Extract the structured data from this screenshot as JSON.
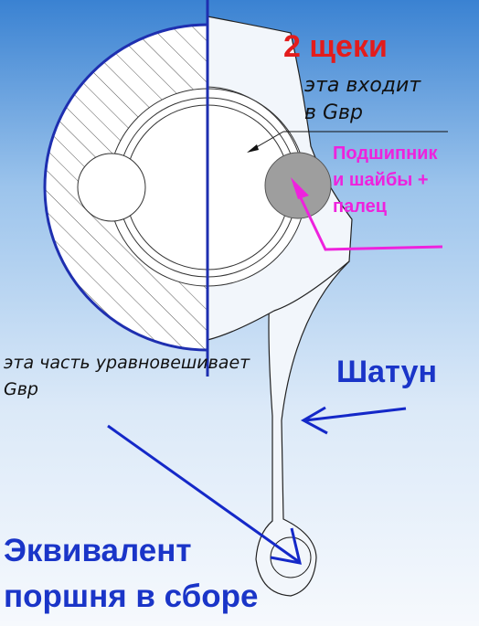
{
  "labels": {
    "title": "2 щеки",
    "enters_line1": "эта входит",
    "enters_line2": "в Gвр",
    "bearing_line1": "Подшипник",
    "bearing_line2": "и шайбы +",
    "bearing_line3": "палец",
    "balance_line1": "эта часть уравновешивает",
    "balance_line2": "Gвр",
    "conrod": "Шатун",
    "piston_line1": "Эквивалент",
    "piston_line2": "поршня в сборе"
  },
  "colors": {
    "title": "#e31c1c",
    "bearing_label": "#ee22dd",
    "blue_label": "#1a35c8",
    "annotation_text": "#111111",
    "arrows_blue": "#1428c8",
    "arrows_magenta": "#ee22dd",
    "part_fill": "#f2f6fb",
    "pin_fill": "#9e9e9e",
    "background_top": "#3a82d2",
    "background_bottom": "#f4f8fd"
  }
}
